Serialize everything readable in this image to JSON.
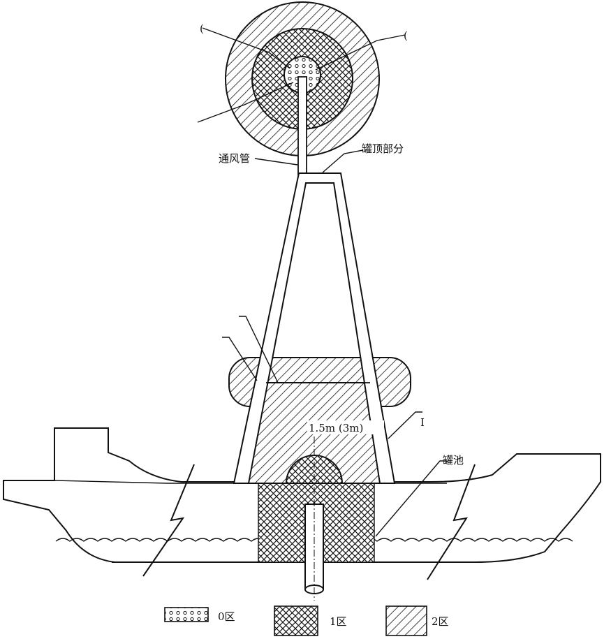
{
  "labels": {
    "top_left_mark": "(",
    "top_right_mark": "(",
    "vent_pipe": "通风管",
    "top_part": "罐顶部分",
    "dim_radius": "1.5m (3m)",
    "right_mark": "I",
    "right_lower": "罐池"
  },
  "legend": [
    {
      "label": "0区",
      "pattern": "dots"
    },
    {
      "label": "1区",
      "pattern": "cross"
    },
    {
      "label": "2区",
      "pattern": "hatch"
    }
  ],
  "colors": {
    "line": "#111111",
    "background": "#ffffff"
  }
}
